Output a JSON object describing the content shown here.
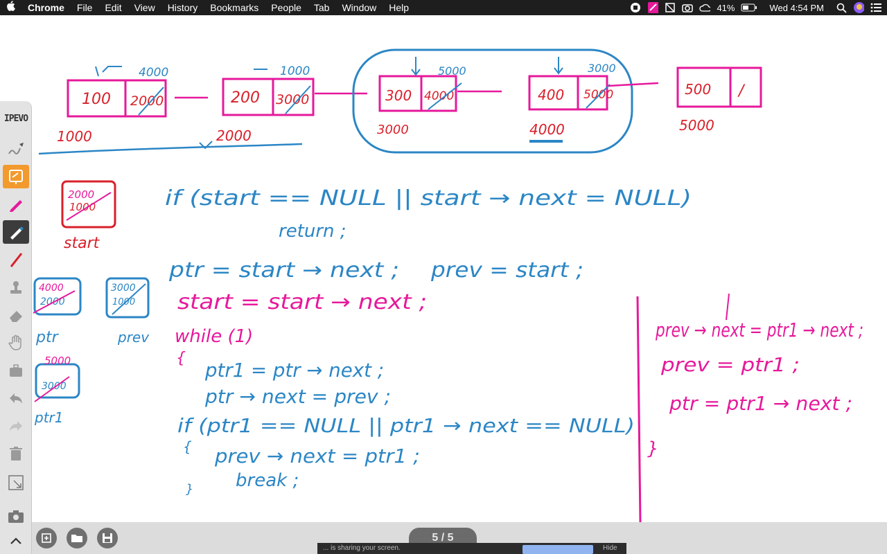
{
  "menubar": {
    "apple_icon": "apple-logo-icon",
    "app_name": "Chrome",
    "items": [
      "File",
      "Edit",
      "View",
      "History",
      "Bookmarks",
      "People",
      "Tab",
      "Window",
      "Help"
    ],
    "battery_percent": "41%",
    "clock": "Wed 4:54 PM"
  },
  "toolbar": {
    "logo": "IPEVO",
    "tools": [
      "pen-mode-icon",
      "whiteboard-icon",
      "magenta-pen-icon",
      "blue-pen-icon",
      "red-pen-icon",
      "stamp-icon",
      "eraser-icon",
      "hand-icon",
      "toolbox-icon",
      "undo-icon",
      "redo-icon",
      "trash-icon",
      "capture-icon",
      "camera-icon"
    ]
  },
  "bottombar": {
    "page_indicator": "5 / 5",
    "share_banner_text": "... is sharing your screen.",
    "share_stop_label": "",
    "share_hide_label": "Hide"
  },
  "whiteboard": {
    "nodes": [
      {
        "value": "100",
        "next": "2000",
        "address": "1000",
        "crossed_next": true
      },
      {
        "value": "200",
        "next": "3000",
        "address": "2000",
        "crossed_next": true
      },
      {
        "value": "300",
        "next": "4000",
        "address": "3000",
        "crossed_next": true
      },
      {
        "value": "400",
        "next": "5000",
        "address": "4000",
        "crossed_next": true
      },
      {
        "value": "500",
        "next": "/",
        "address": "5000",
        "crossed_next": false
      }
    ],
    "above_labels": [
      "4000",
      "1000",
      "5000",
      "3000"
    ],
    "start_box": {
      "values": [
        "2000",
        "1000"
      ],
      "label": "start"
    },
    "ptr_box": {
      "values": [
        "4000",
        "2000"
      ],
      "label": "ptr"
    },
    "prev_box": {
      "values": [
        "3000",
        "1000"
      ],
      "label": "prev"
    },
    "ptr1_box": {
      "values": [
        "5000",
        "3000"
      ],
      "label": "ptr1"
    },
    "code_blue": [
      "if (start == NULL || start → next = NULL)",
      "return ;",
      "ptr = start → next ;",
      "prev = start ;"
    ],
    "code_pink": [
      "start = start → next ;",
      "while (1)",
      "{"
    ],
    "loop_body": [
      "ptr1 = ptr → next ;",
      "ptr → next = prev ;",
      "if (ptr1 == NULL || ptr1 → next == NULL)",
      "{",
      "prev → next = ptr1 ;",
      "break ;",
      "}"
    ],
    "side_code": [
      "prev → next = ptr1 → next ;",
      "prev = ptr1 ;",
      "ptr = ptr1 → next ;",
      "}"
    ]
  },
  "colors": {
    "ink_pink": "#e6199b",
    "ink_blue": "#2b86c5",
    "ink_red": "#d8202a",
    "menubar_bg": "#1e1e1e",
    "toolbar_bg": "#e3e3e3",
    "bottombar_bg": "#dcdcdc"
  }
}
